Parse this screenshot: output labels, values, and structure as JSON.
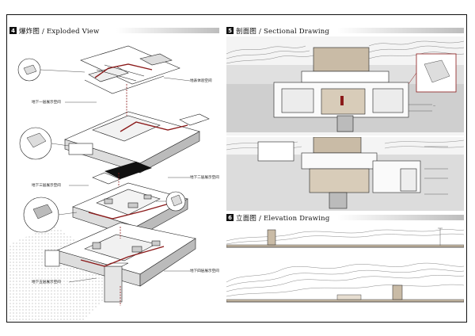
{
  "panels": {
    "exploded": {
      "number": "4",
      "title": "爆炸图 / Exploded View"
    },
    "section": {
      "number": "5",
      "title": "剖面图 / Sectional Drawing"
    },
    "elevation": {
      "number": "6",
      "title": "立面图 / Elevation Drawing"
    }
  },
  "exploded_labels": {
    "l1": "地表体验空间",
    "l2": "地下一层展示空间",
    "l3": "地下二层展示空间",
    "l4": "地下三层展示空间",
    "l5": "地下四层展示空间",
    "l6": "地下五层展示空间"
  },
  "colors": {
    "accent": "#8b1a1a",
    "line": "#222222",
    "concrete": "#c9bba6",
    "gray": "#9a9a9a"
  }
}
